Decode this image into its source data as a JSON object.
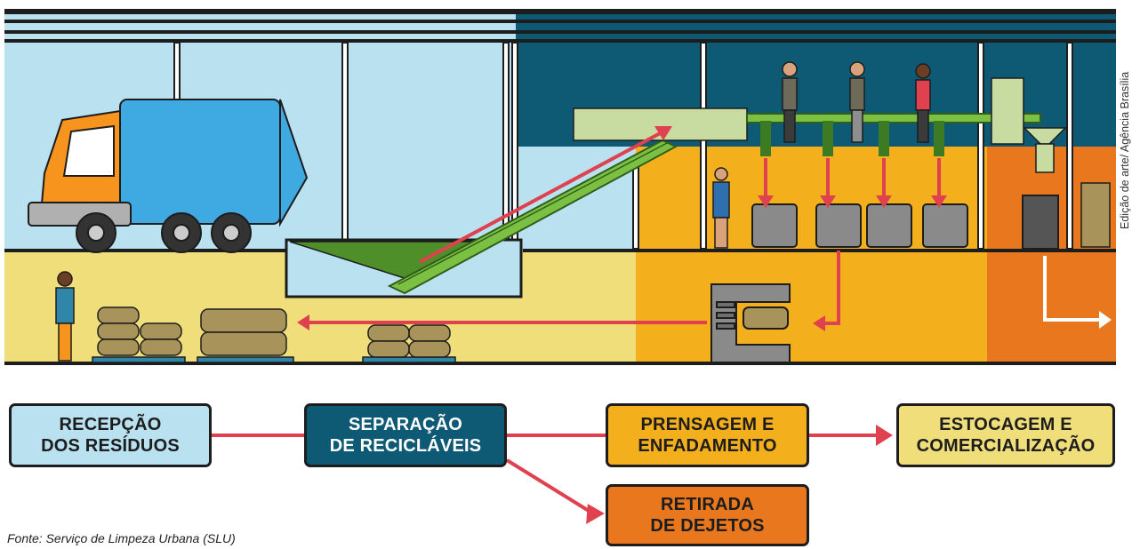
{
  "credit": "Edição de arte/ Agência Brasília",
  "source": "Fonte: Serviço de Limpeza Urbana (SLU)",
  "stages": [
    {
      "id": "recepcao",
      "label": "RECEPÇÃO\nDOS RESÍDUOS",
      "color": "#b9e1f0",
      "text_color": "#1d1d1d"
    },
    {
      "id": "separacao",
      "label": "SEPARAÇÃO\nDE RECICLÁVEIS",
      "color": "#0e5a74",
      "text_color": "#ffffff"
    },
    {
      "id": "prensagem",
      "label": "PRENSAGEM E\nENFADAMENTO",
      "color": "#f4b01c",
      "text_color": "#1d1d1d"
    },
    {
      "id": "estocagem",
      "label": "ESTOCAGEM E\nCOMERCIALIZAÇÃO",
      "color": "#f0de7a",
      "text_color": "#1d1d1d"
    },
    {
      "id": "retirada",
      "label": "RETIRADA\nDE DEJETOS",
      "color": "#e8771e",
      "text_color": "#1d1d1d"
    }
  ],
  "colors": {
    "arrow": "#e0414f",
    "truck_body": "#3fa9e1",
    "truck_cab": "#f7941d",
    "conveyor": "#4e8f2a",
    "bale": "#a8935a"
  }
}
